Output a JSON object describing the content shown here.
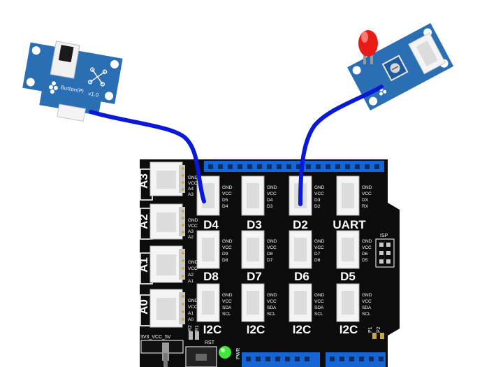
{
  "colors": {
    "board": "#0c0c0c",
    "header_blue": "#1466d6",
    "wire": "#0a18d8",
    "module_blue": "#2a6fb4",
    "connector_white": "#f4f4f4",
    "led_red": "#e81c14",
    "led_green": "#3fe83a"
  },
  "button_module": {
    "label": "Button(P)",
    "version": "v1.0",
    "icon": "seeed-logo-icon"
  },
  "led_module": {
    "icon": "seeed-logo-icon"
  },
  "grove_ports": {
    "a3": {
      "label": "A3",
      "pins": [
        "GND",
        "VCC",
        "A4",
        "A3"
      ]
    },
    "a2": {
      "label": "A2",
      "pins": [
        "GND",
        "VCC",
        "A3",
        "A2"
      ]
    },
    "a1": {
      "label": "A1",
      "pins": [
        "GND",
        "VCC",
        "A2",
        "A1"
      ]
    },
    "a0": {
      "label": "A0",
      "pins": [
        "GND",
        "VCC",
        "A1",
        "A0"
      ]
    },
    "d4": {
      "label": "D4",
      "pins": [
        "GND",
        "VCC",
        "D5",
        "D4"
      ]
    },
    "d3": {
      "label": "D3",
      "pins": [
        "GND",
        "VCC",
        "D4",
        "D3"
      ]
    },
    "d2": {
      "label": "D2",
      "pins": [
        "GND",
        "VCC",
        "D3",
        "D2"
      ]
    },
    "uart": {
      "label": "UART",
      "pins": [
        "GND",
        "VCC",
        "DX",
        "RX"
      ]
    },
    "d8": {
      "label": "D8",
      "pins": [
        "GND",
        "VCC",
        "D9",
        "D8"
      ]
    },
    "d7": {
      "label": "D7",
      "pins": [
        "GND",
        "VCC",
        "D8",
        "D7"
      ]
    },
    "d6": {
      "label": "D6",
      "pins": [
        "GND",
        "VCC",
        "D7",
        "D6"
      ]
    },
    "d5": {
      "label": "D5",
      "pins": [
        "GND",
        "VCC",
        "D6",
        "D5"
      ]
    },
    "i2c_1": {
      "label": "I2C",
      "pins": [
        "GND",
        "VCC",
        "SDA",
        "SCL"
      ]
    },
    "i2c_2": {
      "label": "I2C",
      "pins": [
        "GND",
        "VCC",
        "SDA",
        "SCL"
      ]
    },
    "i2c_3": {
      "label": "I2C",
      "pins": [
        "GND",
        "VCC",
        "SDA",
        "SCL"
      ]
    },
    "i2c_4": {
      "label": "I2C",
      "pins": [
        "GND",
        "VCC",
        "SDA",
        "SCL"
      ]
    }
  },
  "board_labels": {
    "isp": "ISP",
    "voltage_switch": "3V3_VCC_5V",
    "reset": "RST",
    "pwr": "PWR",
    "r2": "R2",
    "r1": "R1",
    "p1": "P1",
    "p2": "P2"
  }
}
